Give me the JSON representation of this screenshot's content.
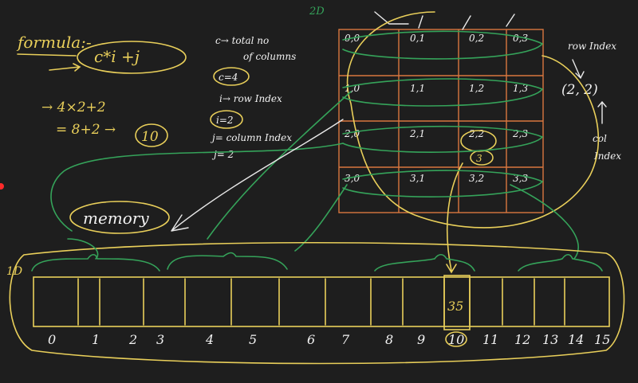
{
  "labels": {
    "two_d": "2D",
    "one_d": "1D",
    "formula": "formula:-",
    "formula_expr": "c*i +j",
    "calc1": "→ 4×2+2",
    "calc2": "= 8+2 →",
    "calc_result": "10",
    "c_desc": "c→ total no",
    "c_desc2": "of columns",
    "c_val": "c=4",
    "i_desc": "i→ row Index",
    "i_val": "i=2",
    "j_desc": "j= column Index",
    "j_val": "j= 2",
    "row_index": "row Index",
    "pair": "(2, 2)",
    "col_index": "col",
    "col_index2": "Index",
    "memory": "memory",
    "stored_value": "35",
    "highlight_value": "3"
  },
  "grid": [
    [
      "0,0",
      "0,1",
      "0,2",
      "0,3"
    ],
    [
      "1,0",
      "1,1",
      "1,2",
      "1,3"
    ],
    [
      "2,0",
      "2,1",
      "2,2",
      "2,3"
    ],
    [
      "3,0",
      "3,1",
      "3,2",
      "3,3"
    ]
  ],
  "memory_indices": [
    "0",
    "1",
    "2",
    "3",
    "4",
    "5",
    "6",
    "7",
    "8",
    "9",
    "10",
    "11",
    "12",
    "13",
    "14",
    "15"
  ],
  "colors": {
    "background": "#1e1e1e",
    "yellow": "#e9cf5a",
    "orange": "#d9773f",
    "green": "#35a35a",
    "white": "#f2f2f2"
  }
}
